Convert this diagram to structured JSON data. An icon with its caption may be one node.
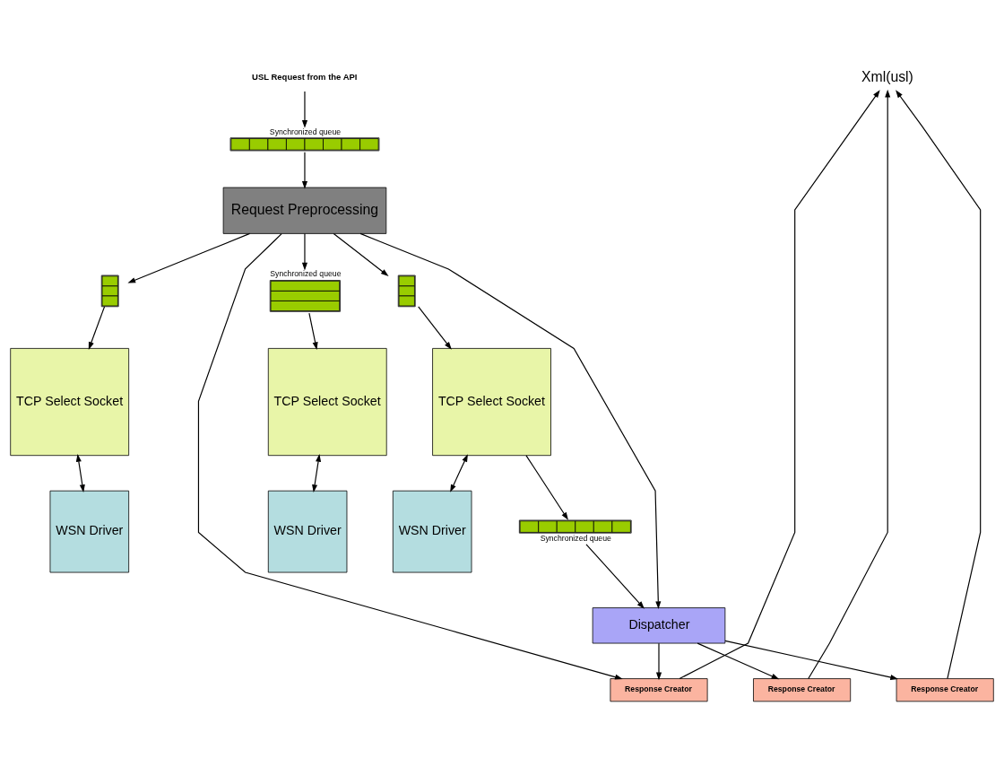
{
  "diagram": {
    "nodes": [
      {
        "text": [
          "USL Request from the API"
        ]
      },
      {
        "text": [],
        "shape": "bar",
        "beside": [
          "Synchronized queue"
        ]
      },
      {
        "text": [
          "Request Preprocessing"
        ]
      },
      {
        "text": [],
        "shape": "bar"
      },
      {
        "text": [],
        "shape": "bar",
        "beside": [
          "Synchronized queue"
        ]
      },
      {
        "text": [],
        "shape": "bar"
      },
      {
        "text": [
          "TCP Select Socket"
        ]
      },
      {
        "text": [
          "TCP Select Socket"
        ]
      },
      {
        "text": [
          "TCP Select Socket"
        ]
      },
      {
        "text": [
          "WSN Driver"
        ]
      },
      {
        "text": [
          "WSN Driver"
        ]
      },
      {
        "text": [
          "WSN Driver"
        ]
      },
      {
        "text": [],
        "shape": "bar",
        "beside": [
          "Synchronized queue"
        ]
      },
      {
        "text": [
          "Dispatcher"
        ]
      },
      {
        "text": [
          "Response Creator"
        ]
      },
      {
        "text": [
          "Response Creator"
        ]
      },
      {
        "text": [
          "Response Creator"
        ]
      },
      {
        "text": [
          "Xml(usl)"
        ]
      }
    ],
    "edges": [
      {
        "from": 0,
        "to": 1,
        "arrow": "to"
      },
      {
        "from": 1,
        "to": 2,
        "arrow": "to"
      },
      {
        "from": 2,
        "to": 3,
        "arrow": "to"
      },
      {
        "from": 2,
        "to": 4,
        "arrow": "to"
      },
      {
        "from": 2,
        "to": 5,
        "arrow": "to"
      },
      {
        "from": 3,
        "to": 6,
        "arrow": "to"
      },
      {
        "from": 4,
        "to": 7,
        "arrow": "to"
      },
      {
        "from": 5,
        "to": 8,
        "arrow": "to"
      },
      {
        "from": 6,
        "to": 9,
        "arrow": "both"
      },
      {
        "from": 7,
        "to": 10,
        "arrow": "both"
      },
      {
        "from": 8,
        "to": 11,
        "arrow": "both"
      },
      {
        "from": 8,
        "to": 12,
        "arrow": "to"
      },
      {
        "from": 12,
        "to": 13,
        "arrow": "to"
      },
      {
        "from": 2,
        "to": 14,
        "arrow": "to"
      },
      {
        "from": 2,
        "to": 13,
        "arrow": "to"
      },
      {
        "from": 13,
        "to": 14,
        "arrow": "to"
      },
      {
        "from": 13,
        "to": 15,
        "arrow": "to"
      },
      {
        "from": 13,
        "to": 16,
        "arrow": "to"
      },
      {
        "from": 14,
        "to": 17,
        "arrow": "to"
      },
      {
        "from": 15,
        "to": 17,
        "arrow": "to"
      },
      {
        "from": 16,
        "to": 17,
        "arrow": "to"
      }
    ]
  }
}
